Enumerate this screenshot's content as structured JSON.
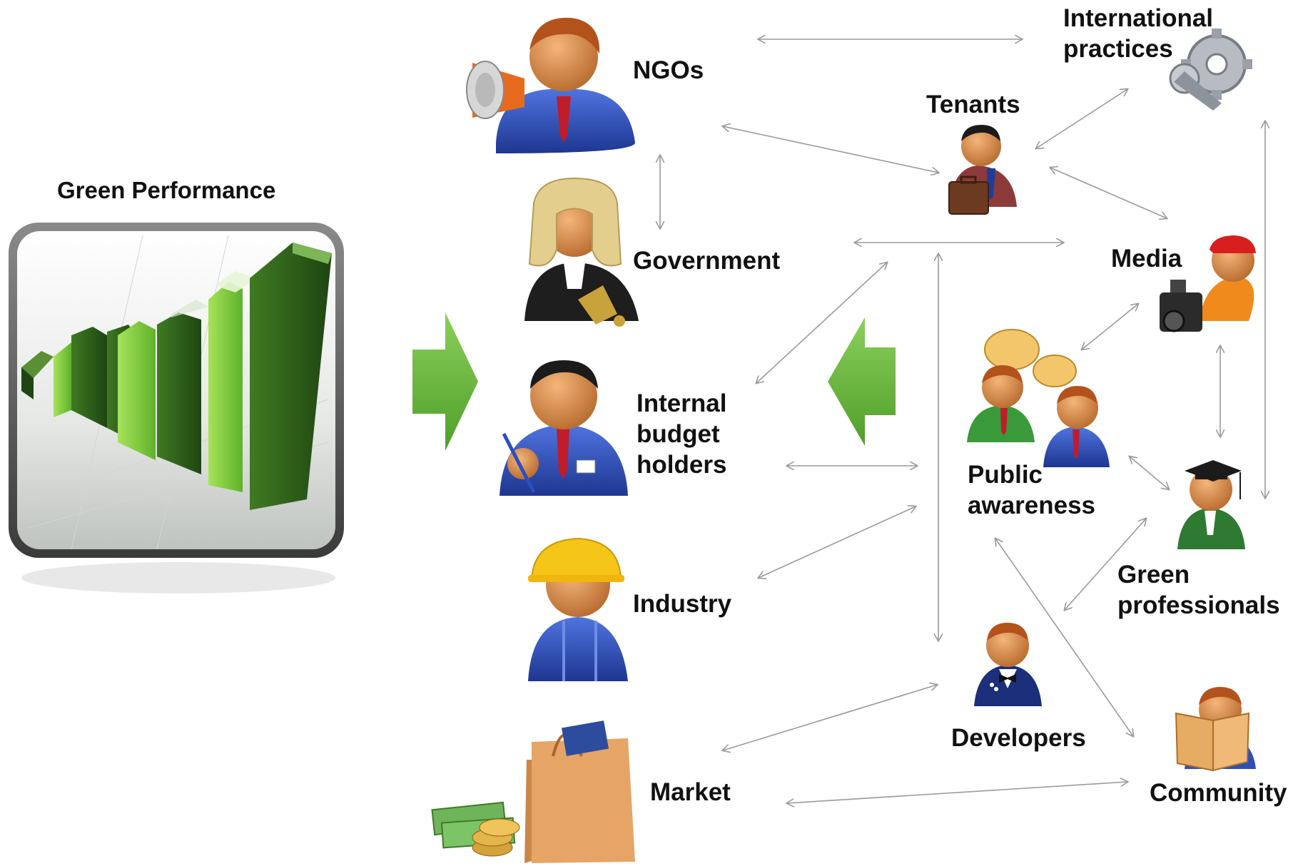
{
  "diagram": {
    "title": "Green Performance",
    "stakeholders": {
      "ngos": "NGOs",
      "government": "Government",
      "internal_budget_holders": [
        "Internal",
        "budget",
        "holders"
      ],
      "industry": "Industry",
      "market": "Market",
      "international_practices": [
        "International",
        "practices"
      ],
      "tenants": "Tenants",
      "media": "Media",
      "public_awareness": [
        "Public",
        "awareness"
      ],
      "green_professionals": [
        "Green",
        "professionals"
      ],
      "developers": "Developers",
      "community": "Community"
    },
    "colors": {
      "arrow_green": "#6cb33f",
      "bar_dark_green": "#2e5e1a",
      "bar_light_green": "#7fcf3a",
      "connector_gray": "#9a9a9a",
      "suit_blue": "#2f4fb3",
      "skin": "#d98b4a"
    }
  }
}
